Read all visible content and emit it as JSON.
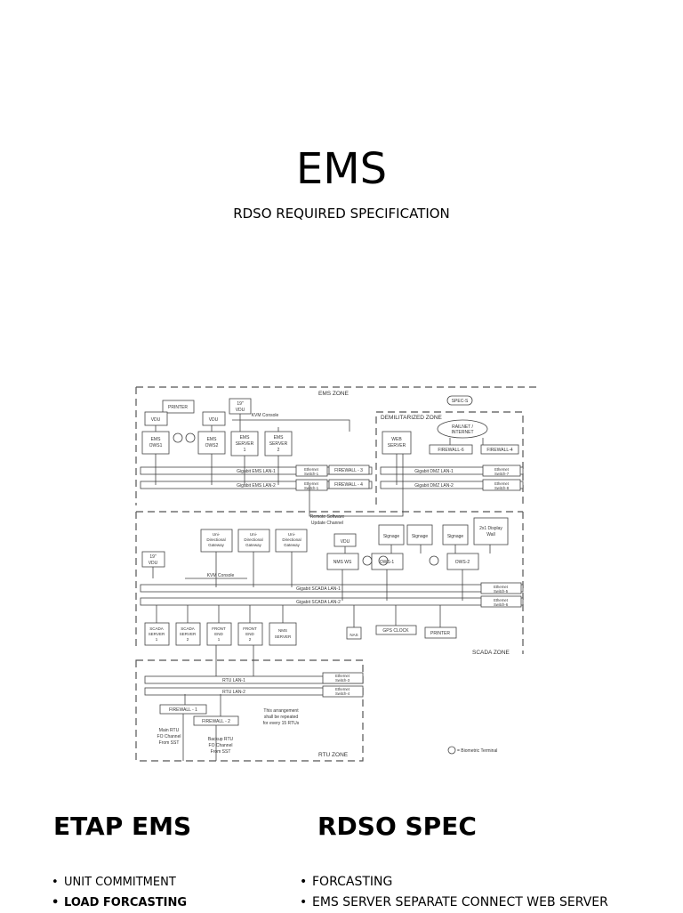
{
  "title": "EMS",
  "subtitle": "RDSO REQUIRED SPECIFICATION",
  "diagram": {
    "ems_zone": "EMS ZONE",
    "dmz_zone": "DEMILITARIZED ZONE",
    "scada_zone": "SCADA ZONE",
    "rtu_zone": "RTU ZONE",
    "ems_boxes": {
      "printer": "PRINTER",
      "vdu1": "VDU",
      "vdu2": "VDU",
      "vdu19a": "19\"",
      "vdu19b": "VDU",
      "kvm": "KVM Console",
      "ows1a": "EMS",
      "ows1b": "OWS1",
      "ows2a": "EMS",
      "ows2b": "OWS2",
      "srv1a": "EMS",
      "srv1b": "SERVER",
      "srv1c": "1",
      "srv2a": "EMS",
      "srv2b": "SERVER",
      "srv2c": "2",
      "lan1": "Gigabit EMS LAN-1",
      "lan2": "Gigabit EMS LAN-2",
      "sw1a": "Ethernet",
      "sw1b": "Switch-1",
      "sw2a": "Ethernet",
      "sw2b": "Switch-1",
      "fw3": "FIREWALL - 3",
      "fw4": "FIREWALL - 4"
    },
    "dmz_boxes": {
      "spec": "SPEC-S",
      "rail1": "RAILNET /",
      "rail2": "INTERNET",
      "fw6": "FIREWALL-6",
      "fw4b": "FIREWALL-4",
      "web1": "WEB",
      "web2": "SERVER",
      "lan1": "Gigabit DMZ LAN-1",
      "lan2": "Gigabit DMZ LAN-2",
      "sw7a": "Ethernet",
      "sw7b": "Switch-7",
      "sw8a": "Ethernet",
      "sw8b": "Switch-8"
    },
    "scada_boxes": {
      "remote1": "Remote Software",
      "remote2": "Update Channel",
      "gw1a": "Uni-",
      "gw1b": "Directional",
      "gw1c": "Gateway",
      "gw2a": "Uni-",
      "gw2b": "Directional",
      "gw2c": "Gateway",
      "gw3a": "Uni-",
      "gw3b": "Directional",
      "gw3c": "Gateway",
      "vdu19a": "19\"",
      "vdu19b": "VDU",
      "kvm": "KVM Console",
      "vdu": "VDU",
      "nms": "NMS WS",
      "sig1": "Signage",
      "sig2": "Signage",
      "sig3": "Signage",
      "disp1": "2x1 Display",
      "disp2": "Wall",
      "ows1": "OWS-1",
      "ows2": "OWS-2",
      "lan1": "Gigabit SCADA LAN-1",
      "lan2": "Gigabit SCADA LAN-2",
      "sw5a": "Ethernet",
      "sw5b": "Switch-5",
      "sw6a": "Ethernet",
      "sw6b": "Switch-6",
      "scada1a": "SCADA",
      "scada1b": "SERVER",
      "scada1c": "1",
      "scada2a": "SCADA",
      "scada2b": "SERVER",
      "scada2c": "2",
      "fe1a": "FRONT",
      "fe1b": "END",
      "fe1c": "1",
      "fe2a": "FRONT",
      "fe2b": "END",
      "fe2c": "2",
      "nmsa": "NMS",
      "nmsb": "SERVER",
      "nas": "NAS",
      "gps": "GPS CLOCK",
      "printer": "PRINTER"
    },
    "rtu_boxes": {
      "lan1": "RTU LAN-1",
      "lan2": "RTU LAN-2",
      "sw3a": "Ethernet",
      "sw3b": "Switch-3",
      "sw4a": "Ethernet",
      "sw4b": "Switch-4",
      "fw1": "FIREWALL - 1",
      "fw2": "FIREWALL - 2",
      "main1": "Main RTU",
      "main2": "FO Channel",
      "main3": "From SST",
      "back1": "Backup RTU",
      "back2": "FO Channel",
      "back3": "From SST",
      "note1": "This arrangement",
      "note2": "shall be repeated",
      "note3": "for every 15 RTUs",
      "legend": "= Biometric Terminal"
    }
  },
  "left_column": {
    "heading": "ETAP EMS",
    "items": [
      "UNIT COMMITMENT",
      "LOAD FORCASTING"
    ]
  },
  "right_column": {
    "heading": "RDSO SPEC",
    "items": [
      "FORCASTING",
      "EMS SERVER SEPARATE CONNECT WEB SERVER"
    ]
  }
}
